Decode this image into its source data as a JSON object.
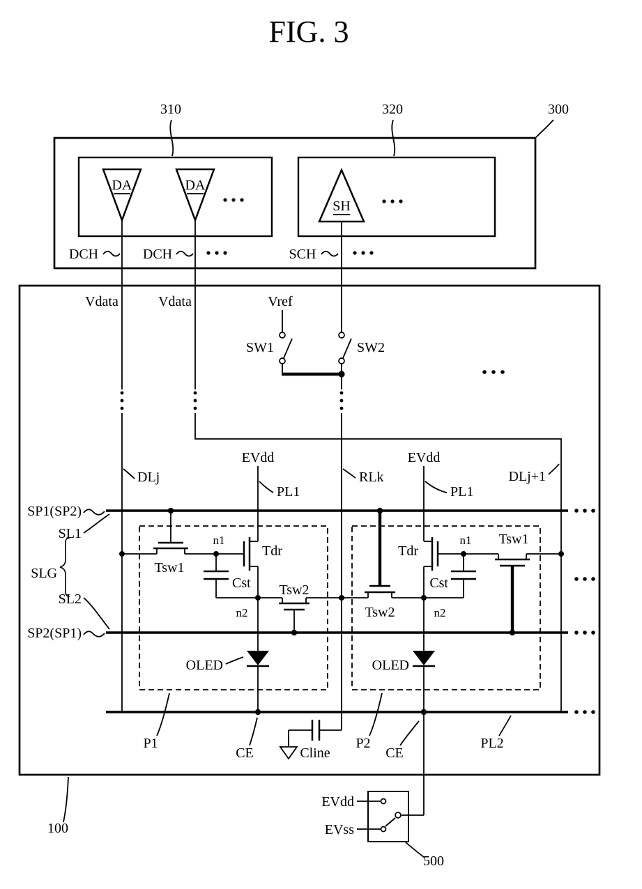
{
  "title": "FIG. 3",
  "refs": {
    "block300": "300",
    "block310": "310",
    "block320": "320",
    "panel100": "100",
    "switch500": "500"
  },
  "driver": {
    "da1": "DA",
    "da2": "DA",
    "sh": "SH",
    "dch1": "DCH",
    "dch2": "DCH",
    "sch": "SCH"
  },
  "signals": {
    "vdata1": "Vdata",
    "vdata2": "Vdata",
    "vref": "Vref",
    "sw1": "SW1",
    "sw2": "SW2",
    "dlj": "DLj",
    "dlj_next": "DLj+1",
    "rlk": "RLk",
    "evdd_left": "EVdd",
    "evdd_right": "EVdd",
    "pl1_left": "PL1",
    "pl1_right": "PL1",
    "pl2": "PL2",
    "sp1": "SP1(SP2)",
    "sp2": "SP2(SP1)",
    "sl1": "SL1",
    "sl2": "SL2",
    "slg": "SLG",
    "p1": "P1",
    "p2": "P2",
    "ce1": "CE",
    "ce2": "CE",
    "cline": "Cline"
  },
  "pixel1": {
    "tsw1": "Tsw1",
    "tdr": "Tdr",
    "tsw2": "Tsw2",
    "cst": "Cst",
    "n1": "n1",
    "n2": "n2",
    "oled": "OLED"
  },
  "pixel2": {
    "tsw1": "Tsw1",
    "tdr": "Tdr",
    "tsw2": "Tsw2",
    "cst": "Cst",
    "n1": "n1",
    "n2": "n2",
    "oled": "OLED"
  },
  "supply": {
    "evdd": "EVdd",
    "evss": "EVss"
  }
}
